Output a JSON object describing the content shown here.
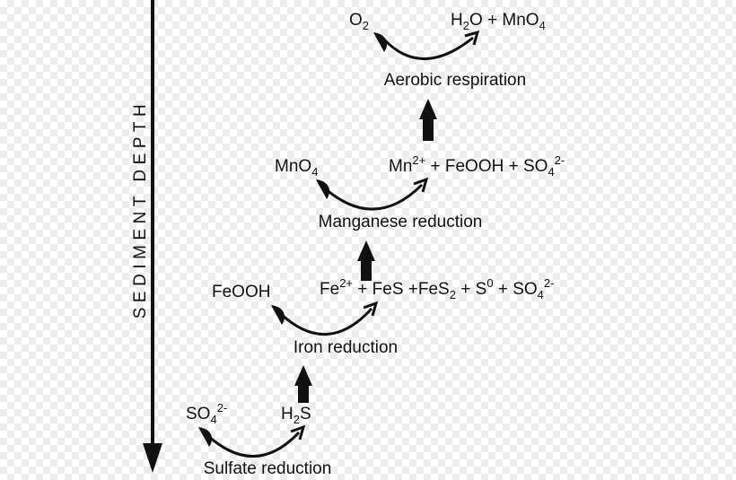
{
  "axis": {
    "label": "SEDIMENT DEPTH"
  },
  "aerobic": {
    "reactant": {
      "base": "O",
      "sub": "2"
    },
    "products": {
      "a_base": "H",
      "a_sub": "2",
      "a_rest": "O + MnO",
      "b_sub": "4"
    },
    "label": "Aerobic respiration"
  },
  "manganese": {
    "reactant": {
      "base": "MnO",
      "sub": "4"
    },
    "products": {
      "a_base": "Mn",
      "a_sup": "2+",
      "a_rest": " + FeOOH + SO",
      "b_sub": "4",
      "b_sup": "2-"
    },
    "label": "Manganese reduction"
  },
  "iron": {
    "reactant": {
      "base": "FeOOH"
    },
    "products": {
      "p1": "Fe",
      "p1_sup": "2+",
      "p2": " + FeS +FeS",
      "p2_sub": "2",
      "p3": " + S",
      "p3_sup": "0",
      "p4": " + SO",
      "p4_sub": "4",
      "p4_sup": "2-"
    },
    "label": "Iron reduction"
  },
  "sulfate": {
    "reactant": {
      "base": "SO",
      "sub": "4",
      "sup": "2-"
    },
    "products": {
      "base": "H",
      "sub": "2",
      "rest": "S"
    },
    "label": "Sulfate reduction"
  }
}
